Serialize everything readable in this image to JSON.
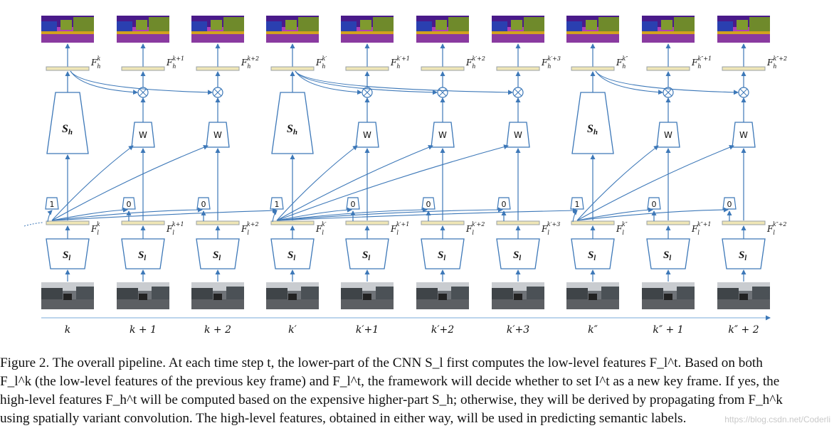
{
  "time_labels": [
    "k",
    "k + 1",
    "k + 2",
    "k′",
    "k′+1",
    "k′+2",
    "k′+3",
    "k″",
    "k″ + 1",
    "k″ + 2"
  ],
  "high_feature_labels": [
    "F_h^k",
    "F_h^{k+1}",
    "F_h^{k+2}",
    "F_h^{k′}",
    "F_h^{k′+1}",
    "F_h^{k′+2}",
    "F_h^{k′+3}",
    "F_h^{k″}",
    "F_h^{k″+1}",
    "F_h^{k″+2}"
  ],
  "high_feature_subs": [
    "k",
    "k+1",
    "k+2",
    "k′",
    "k′+1",
    "k′+2",
    "k′+3",
    "k″",
    "k″+1",
    "k″+2"
  ],
  "low_feature_subs": [
    "k",
    "k+1",
    "k+2",
    "k′",
    "k′+1",
    "k′+2",
    "k′+3",
    "k″",
    "k″+1",
    "k″+2"
  ],
  "decisions": [
    "1",
    "0",
    "0",
    "1",
    "0",
    "0",
    "0",
    "1",
    "0",
    "0"
  ],
  "module_labels": {
    "high": "S",
    "high_sub": "h",
    "low": "S",
    "low_sub": "l",
    "weight": "W"
  },
  "colors": {
    "arrow": "#3d78b8",
    "box_stroke": "#3d78b8",
    "feature_bar_fill": "#efe6b6",
    "feature_bar_stroke": "#9aa0a6",
    "seg_sky": "#4a1a8a",
    "seg_road": "#b13fb8",
    "seg_veg": "#6f8a2b"
  },
  "caption": {
    "lines": [
      "Figure 2. The overall pipeline. At each time step t, the lower-part of the CNN S_l first computes the low-level features F_l^t. Based on both",
      "F_l^k (the low-level features of the previous key frame) and F_l^t, the framework will decide whether to set I^t as a new key frame. If yes, the",
      "high-level features F_h^t will be computed based on the expensive higher-part S_h; otherwise, they will be derived by propagating from F_h^k",
      "using spatially variant convolution. The high-level features, obtained in either way, will be used in predicting semantic labels."
    ]
  },
  "watermark": "https://blog.csdn.net/Coderli"
}
